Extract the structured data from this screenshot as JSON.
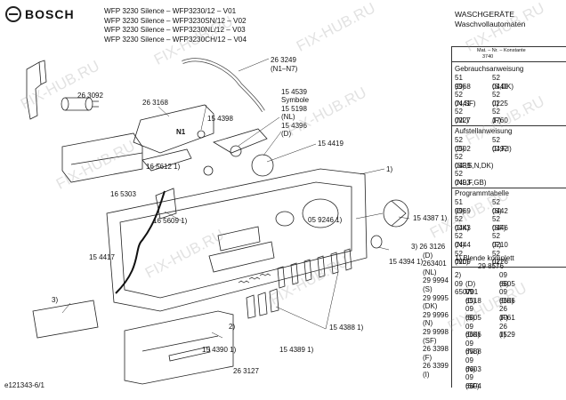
{
  "brand": "BOSCH",
  "header": {
    "models": [
      "WFP 3230 Silence – WFP3230/12 – V01",
      "WFP 3230 Silence – WFP3230SN/12 – V02",
      "WFP 3230 Silence – WFP3230NL/12 – V03",
      "WFP 3230 Silence – WFP3230CH/12 – V04"
    ],
    "category": [
      "WASCHGERÄTE",
      "Waschvollautomaten"
    ],
    "material_box": {
      "title": "Mat. – Nr. – Konstante",
      "value": "3740"
    }
  },
  "documents": [
    {
      "title": "Gebrauchsanweisung",
      "rows": [
        [
          "51 9968",
          "52 0440"
        ],
        [
          "(D)",
          "(S,DK)"
        ],
        [
          "52 0441",
          "52 0225"
        ],
        [
          "(N,SF)",
          "(I)"
        ],
        [
          "52 0227",
          "52 1760"
        ],
        [
          "(NL)",
          "(F)"
        ]
      ]
    },
    {
      "title": "Aufstellanweisung",
      "rows": [
        [
          "52 0502",
          "52 0492"
        ],
        [
          "(D)",
          "(D,F,I)"
        ]
      ],
      "extra": [
        "52 0439",
        "(SF,S,N,DK)",
        "52 0493",
        "(NL,F,GB)"
      ]
    },
    {
      "title": "Programmtabelle",
      "rows": [
        [
          "51 9969",
          "52 0442"
        ],
        [
          "(D)",
          "(S)"
        ],
        [
          "52 0443",
          "52 0446"
        ],
        [
          "(DK)",
          "(SF)"
        ],
        [
          "52 0444",
          "52 0210"
        ],
        [
          "(N)",
          "(F)"
        ],
        [
          "52 0209",
          "52 0226"
        ],
        [
          "(NL)",
          "(I)"
        ]
      ]
    }
  ],
  "kit": {
    "title": "1) Blende komplett",
    "number": "29 8576",
    "rows": [
      [
        "2) 09 6507",
        "09 6605"
      ],
      [
        "(D) V01",
        "(S)"
      ],
      [
        "09 6518",
        "09 6606"
      ],
      [
        "(D)",
        "(DK)"
      ],
      [
        "09 6605",
        "26 1061"
      ],
      [
        "(S)",
        "(F)"
      ],
      [
        "09 6606",
        "26 1529"
      ],
      [
        "(DK)",
        "(I)"
      ]
    ],
    "tail": [
      "09 6588",
      "(NL)",
      "09 6603",
      "(N)",
      "09 6604",
      "(SF)"
    ]
  },
  "variants": [
    "3)  26 3126",
    "(D)",
    "263401",
    "(NL)",
    "29 9994",
    "(S)",
    "29 9995",
    "(DK)",
    "29 9996",
    "(N)",
    "29 9998",
    "(SF)",
    "26 3398",
    "(F)",
    "26 3399",
    "(I)"
  ],
  "callouts": [
    {
      "id": "c-263249",
      "text": "26 3249"
    },
    {
      "id": "c-n1n7",
      "text": "(N1–N7)"
    },
    {
      "id": "c-263092",
      "text": "26 3092"
    },
    {
      "id": "c-263168",
      "text": "26 3168"
    },
    {
      "id": "c-154539",
      "text": "15 4539"
    },
    {
      "id": "c-symbole",
      "text": "Symbole"
    },
    {
      "id": "c-155198",
      "text": "15 5198"
    },
    {
      "id": "c-nl",
      "text": "(NL)"
    },
    {
      "id": "c-154398",
      "text": "15 4398"
    },
    {
      "id": "c-154396",
      "text": "15 4396"
    },
    {
      "id": "c-d",
      "text": "(D)"
    },
    {
      "id": "c-n1",
      "text": "N1"
    },
    {
      "id": "c-154419",
      "text": "15 4419"
    },
    {
      "id": "c-165612",
      "text": "16 5612 1)"
    },
    {
      "id": "c-1",
      "text": "1)"
    },
    {
      "id": "c-165303",
      "text": "16 5303"
    },
    {
      "id": "c-154387",
      "text": "15 4387 1)"
    },
    {
      "id": "c-165609",
      "text": "16 5609 1)"
    },
    {
      "id": "c-059246",
      "text": "05 9246 1)"
    },
    {
      "id": "c-154417",
      "text": "15 4417"
    },
    {
      "id": "c-154394",
      "text": "15 4394 1)"
    },
    {
      "id": "c-3",
      "text": "3)"
    },
    {
      "id": "c-154388",
      "text": "15 4388 1)"
    },
    {
      "id": "c-2",
      "text": "2)"
    },
    {
      "id": "c-154390",
      "text": "15 4390 1)"
    },
    {
      "id": "c-154389",
      "text": "15 4389 1)"
    },
    {
      "id": "c-263127",
      "text": "26 3127"
    }
  ],
  "footer": "e121343-6/1",
  "watermark": "FIX-HUB.RU"
}
